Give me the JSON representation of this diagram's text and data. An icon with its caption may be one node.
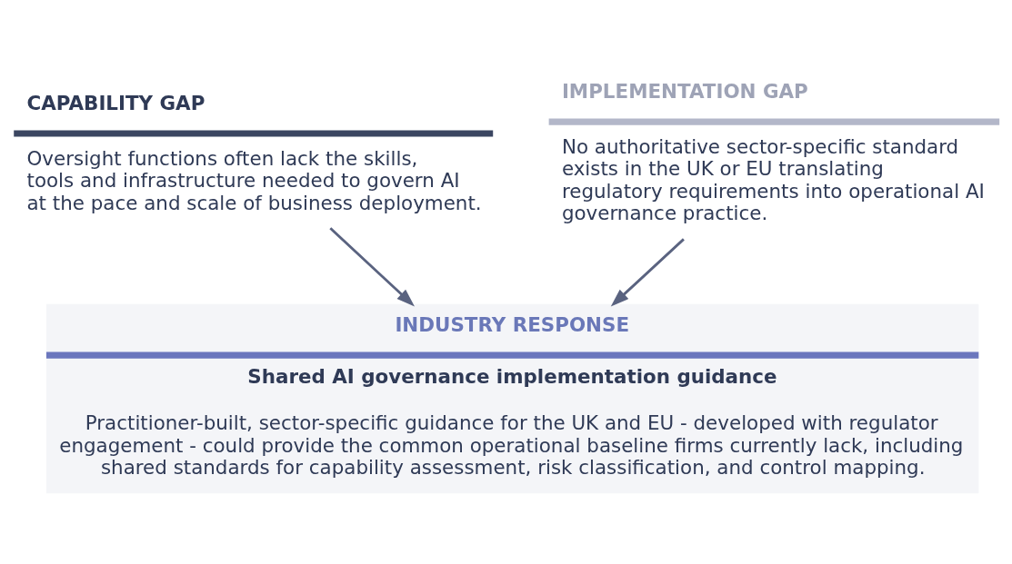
{
  "diagram": {
    "nodes": [
      {
        "text": [
          "CAPABILITY GAP",
          "Oversight functions often lack the skills, tools and infrastructure needed to govern AI at the pace and scale of business deployment."
        ]
      },
      {
        "text": [
          "IMPLEMENTATION GAP",
          "No authoritative sector-specific standard exists in the UK or EU translating regulatory requirements into operational AI governance practice."
        ]
      },
      {
        "text": [
          "INDUSTRY RESPONSE",
          "Shared AI governance implementation guidance",
          "Practitioner-built, sector-specific guidance for the UK and EU - developed with regulator engagement - could provide the common operational baseline firms currently lack, including shared standards for capability assessment, risk classification, and control mapping."
        ]
      }
    ],
    "edges": [
      {
        "from": 0,
        "to": 2,
        "arrow": "to"
      },
      {
        "from": 1,
        "to": 2,
        "arrow": "to"
      }
    ]
  }
}
